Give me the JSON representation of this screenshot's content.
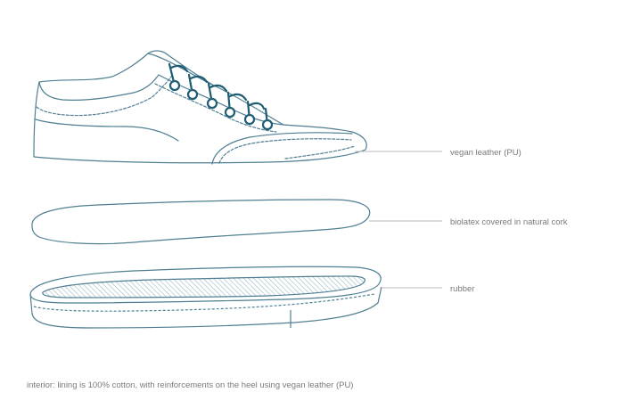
{
  "labels": {
    "upper": "vegan leather (PU)",
    "insole": "biolatex covered in natural cork",
    "sole": "rubber"
  },
  "footnote": "interior: lining is 100% cotton, with reinforcements on the heel using vegan leather (PU)",
  "colors": {
    "outline": "#4f7f92",
    "laces": "#1f5d73",
    "leader_line": "#b9b9b9",
    "text": "#7a7a7a",
    "hatch": "#9bb8c4"
  }
}
